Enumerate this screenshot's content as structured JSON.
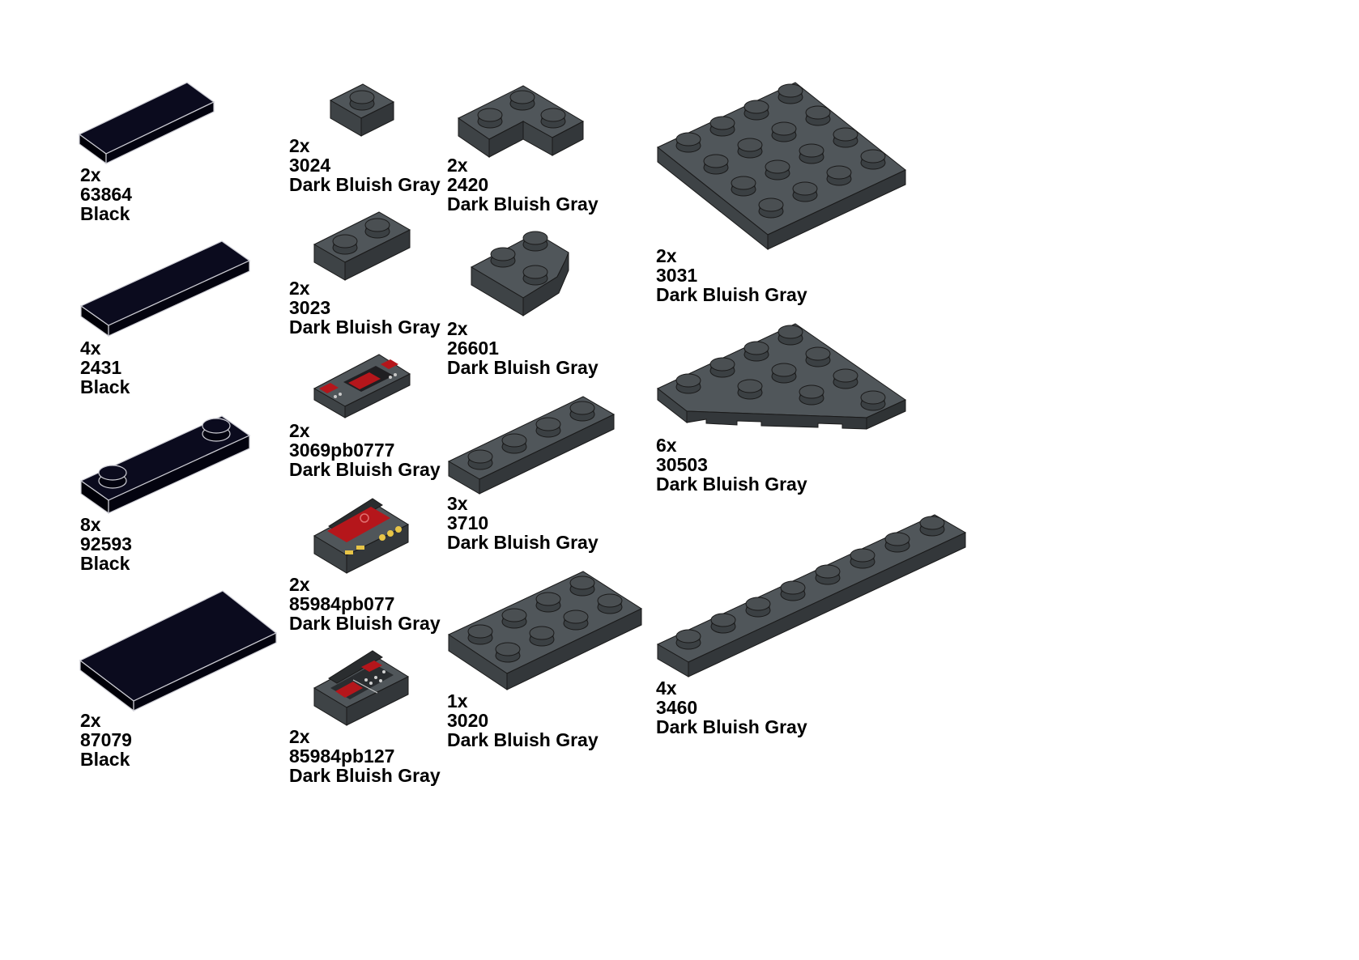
{
  "colors": {
    "black_top": "#0b0b1e",
    "black_side": "#000008",
    "gray_top": "#4e5356",
    "gray_side": "#3a3e40",
    "gray_stud": "#44494c",
    "print_red": "#b5161b",
    "print_yellow": "#e8c547",
    "edge": "#1a1a1a"
  },
  "parts": [
    {
      "id": "p63864",
      "qty": "2x",
      "number": "63864",
      "color": "Black"
    },
    {
      "id": "p2431",
      "qty": "4x",
      "number": "2431",
      "color": "Black"
    },
    {
      "id": "p92593",
      "qty": "8x",
      "number": "92593",
      "color": "Black"
    },
    {
      "id": "p87079",
      "qty": "2x",
      "number": "87079",
      "color": "Black"
    },
    {
      "id": "p3024",
      "qty": "2x",
      "number": "3024",
      "color": "Dark Bluish Gray"
    },
    {
      "id": "p3023",
      "qty": "2x",
      "number": "3023",
      "color": "Dark Bluish Gray"
    },
    {
      "id": "p3069pb0777",
      "qty": "2x",
      "number": "3069pb0777",
      "color": "Dark Bluish Gray"
    },
    {
      "id": "p85984pb077",
      "qty": "2x",
      "number": "85984pb077",
      "color": "Dark Bluish Gray"
    },
    {
      "id": "p85984pb127",
      "qty": "2x",
      "number": "85984pb127",
      "color": "Dark Bluish Gray"
    },
    {
      "id": "p2420",
      "qty": "2x",
      "number": "2420",
      "color": "Dark Bluish Gray"
    },
    {
      "id": "p26601",
      "qty": "2x",
      "number": "26601",
      "color": "Dark Bluish Gray"
    },
    {
      "id": "p3710",
      "qty": "3x",
      "number": "3710",
      "color": "Dark Bluish Gray"
    },
    {
      "id": "p3020",
      "qty": "1x",
      "number": "3020",
      "color": "Dark Bluish Gray"
    },
    {
      "id": "p3031",
      "qty": "2x",
      "number": "3031",
      "color": "Dark Bluish Gray"
    },
    {
      "id": "p30503",
      "qty": "6x",
      "number": "30503",
      "color": "Dark Bluish Gray"
    },
    {
      "id": "p3460",
      "qty": "4x",
      "number": "3460",
      "color": "Dark Bluish Gray"
    }
  ]
}
